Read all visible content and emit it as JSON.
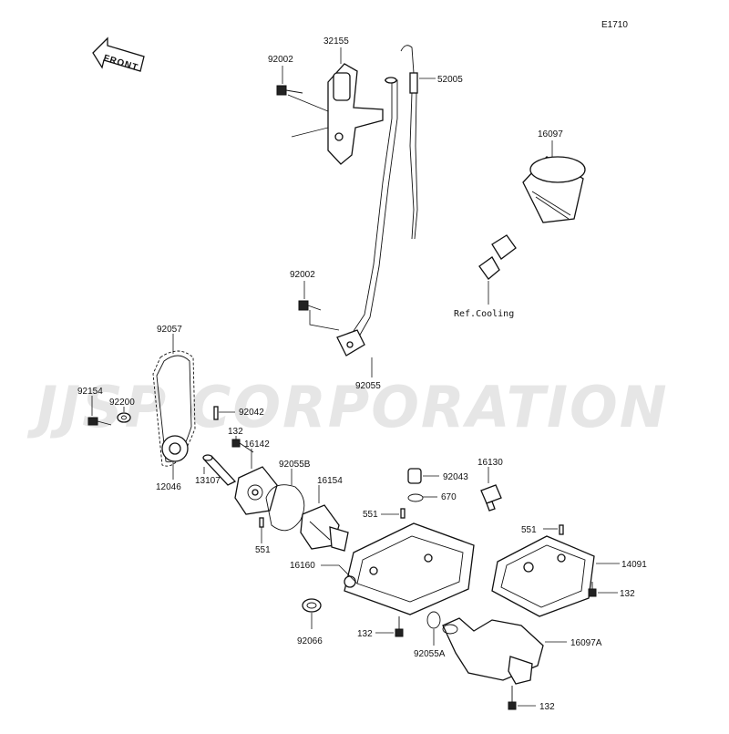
{
  "diagram_code": "E1710",
  "watermark": "JJSP CORPORATION",
  "front_arrow_label": "FRONT",
  "ref_label": "Ref.Cooling",
  "labels": {
    "p32155": "32155",
    "p92002a": "92002",
    "p52005": "52005",
    "p16097": "16097",
    "p92002b": "92002",
    "p92055": "92055",
    "p92057": "92057",
    "p92154": "92154",
    "p92200": "92200",
    "p92042": "92042",
    "p132a": "132",
    "p16142": "16142",
    "p92055b": "92055B",
    "p16154": "16154",
    "p13107": "13107",
    "p12046": "12046",
    "p551a": "551",
    "p92043": "92043",
    "p16130": "16130",
    "p670": "670",
    "p551b": "551",
    "p551c": "551",
    "p16160": "16160",
    "p14091": "14091",
    "p132b": "132",
    "p92066": "92066",
    "p132c": "132",
    "p92055a": "92055A",
    "p16097a": "16097A",
    "p132d": "132"
  }
}
